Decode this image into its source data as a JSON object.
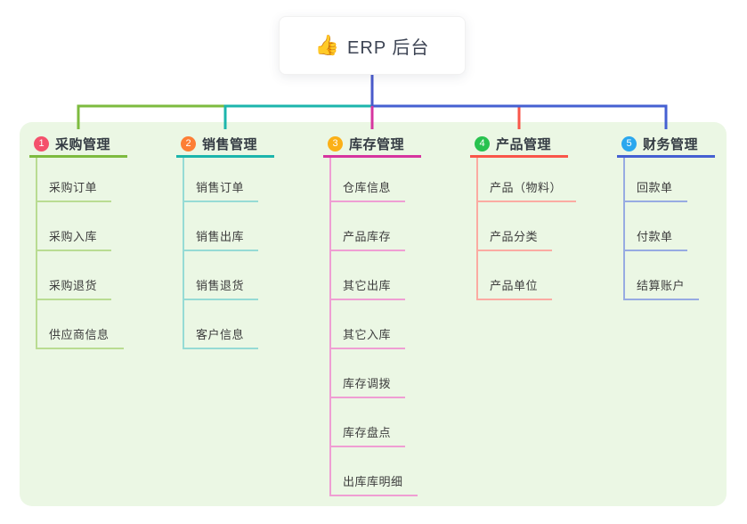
{
  "root": {
    "emoji": "👍",
    "label": "ERP 后台"
  },
  "colors": {
    "panel_bg": "#ebf7e4",
    "root_line": "#4a5acb",
    "title_text": "#333a42",
    "child_text": "#3d3d3d"
  },
  "branches": [
    {
      "num": "1",
      "label": "采购管理",
      "badge_color": "#f4516c",
      "line_color": "#7dbb3f",
      "light_color": "#b9dc92",
      "children": [
        "采购订单",
        "采购入库",
        "采购退货",
        "供应商信息"
      ]
    },
    {
      "num": "2",
      "label": "销售管理",
      "badge_color": "#fd7e35",
      "line_color": "#1cb5ac",
      "light_color": "#96dbd5",
      "children": [
        "销售订单",
        "销售出库",
        "销售退货",
        "客户信息"
      ]
    },
    {
      "num": "3",
      "label": "库存管理",
      "badge_color": "#fbb017",
      "line_color": "#d6359f",
      "light_color": "#ef9ed3",
      "children": [
        "仓库信息",
        "产品库存",
        "其它出库",
        "其它入库",
        "库存调拨",
        "库存盘点",
        "出库库明细"
      ]
    },
    {
      "num": "4",
      "label": "产品管理",
      "badge_color": "#28c24f",
      "line_color": "#f9564a",
      "light_color": "#fbaba2",
      "children": [
        "产品（物料）",
        "产品分类",
        "产品单位"
      ]
    },
    {
      "num": "5",
      "label": "财务管理",
      "badge_color": "#2aa7ee",
      "line_color": "#4560d2",
      "light_color": "#97abe2",
      "children": [
        "回款单",
        "付款单",
        "结算账户"
      ]
    }
  ]
}
